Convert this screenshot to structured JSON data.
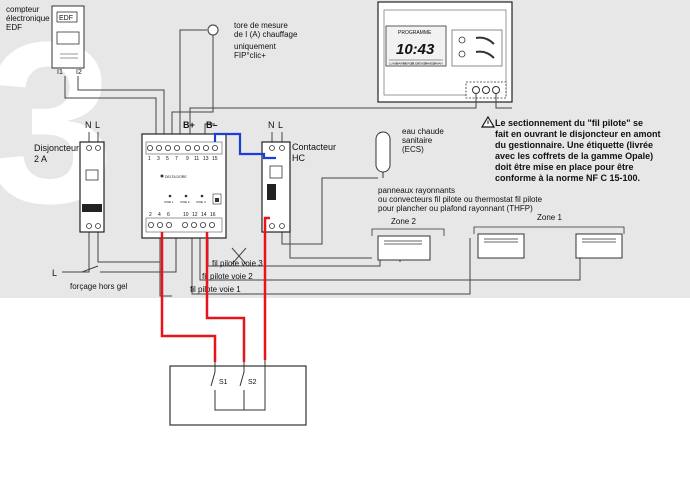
{
  "big_number": "3",
  "meter": {
    "label_lines": [
      "compteur",
      "électronique",
      "EDF"
    ],
    "brand": "EDF",
    "terminal_i1": "I1",
    "terminal_i2": "I2"
  },
  "torus": {
    "label_lines": [
      "tore de mesure",
      "de I (A) chauffage",
      "uniquement",
      "FIP°clic+"
    ]
  },
  "breaker": {
    "label_lines": [
      "Disjoncteur",
      "2 A"
    ],
    "terminal_n": "N",
    "terminal_l": "L"
  },
  "manager": {
    "bus_b_plus": "B+",
    "bus_b_minus": "B–",
    "top_terminals": [
      "1",
      "3",
      "5",
      "7",
      "9",
      "11",
      "13",
      "15"
    ],
    "bottom_terminals": [
      "2",
      "4",
      "6",
      "10",
      "12",
      "14",
      "16"
    ],
    "brand_text": "DELTA DORE",
    "channel_labels": [
      "VOIE 1",
      "VOIE 2",
      "VOIE 3"
    ]
  },
  "contactor": {
    "label_lines": [
      "Contacteur",
      "HC"
    ],
    "terminal_n": "N",
    "terminal_l": "L"
  },
  "water_heater": {
    "label_lines": [
      "eau chaude",
      "sanitaire",
      "(ECS)"
    ]
  },
  "panels": {
    "label_lines": [
      "panneaux rayonnants",
      "ou convecteurs fil pilote ou thermostat fil pilote",
      "pour plancher ou plafond rayonnant (THFP)"
    ]
  },
  "zones": {
    "zone1": "Zone 1",
    "zone2": "Zone 2"
  },
  "warning": {
    "lines": [
      "Le sectionnement du \"fil pilote\" se",
      "fait en ouvrant le disjoncteur en amont",
      "du gestionnaire. Une étiquette (livrée",
      "avec les coffrets de la gamme Opale)",
      "doit être mise en place pour être",
      "conforme à la norme NF C 15-100."
    ]
  },
  "pilot_wires": {
    "voie1": "fil pilote voie 1",
    "voie2": "fil pilote voie 2",
    "voie3": "fil pilote voie 3"
  },
  "forcing": {
    "terminal": "L",
    "label": "forçage hors gel"
  },
  "switches": {
    "s1": "S1",
    "s2": "S2"
  },
  "thermostat": {
    "header": "PROGRAMME",
    "time": "10:43",
    "day_labels": [
      "LUNDI",
      "MARDI",
      "MERCR",
      "JEUDI",
      "VENDR",
      "SAMEDI",
      "DIMAN"
    ]
  },
  "colors": {
    "red_wire": "#e8141c",
    "blue_wire": "#1a3fd6",
    "panel_bg": "#e7e7e7",
    "line": "#333333"
  }
}
